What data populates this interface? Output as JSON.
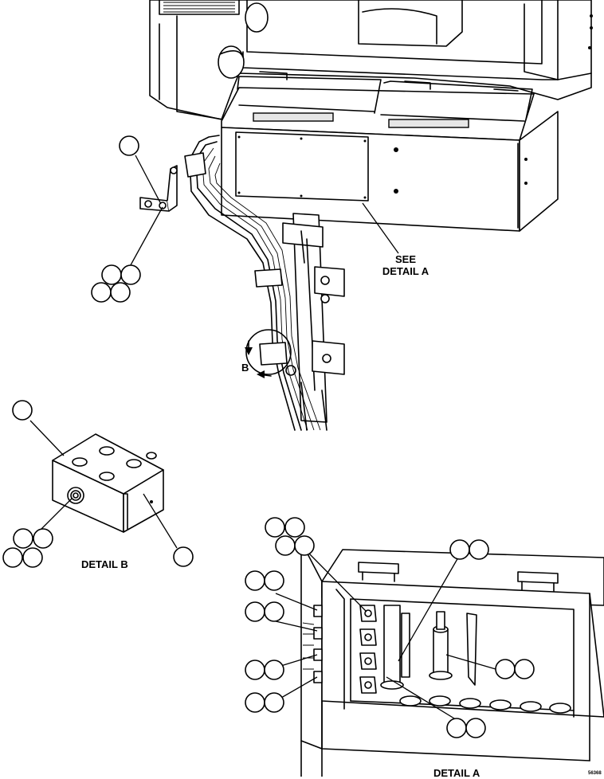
{
  "labels": {
    "see_line1": "SEE",
    "see_line2": "DETAIL A",
    "view_letter": "B",
    "detail_b": "DETAIL B",
    "detail_a": "DETAIL A",
    "drawing_code": "56368"
  }
}
